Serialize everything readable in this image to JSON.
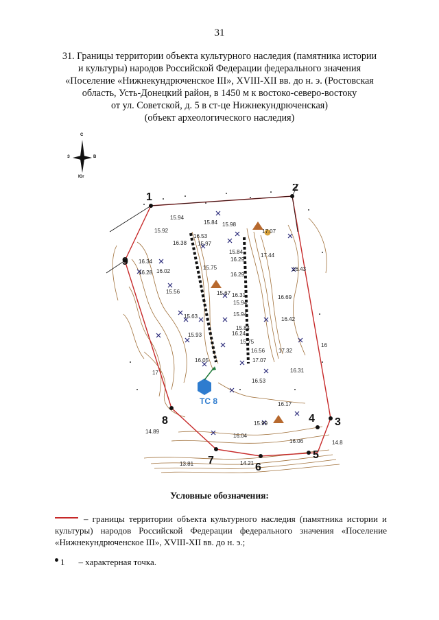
{
  "page_number": "31",
  "title_lines": [
    "31. Границы территории объекта культурного наследия (памятника истории",
    "и культуры) народов Российской Федерации федерального значения",
    "«Поселение «Нижнекундрюченское III», XVIII-XII вв. до н. э. (Ростовская",
    "область, Усть-Донецкий район, в 1450 м к востоко-северо-востоку",
    "от ул. Советской, д. 5 в ст-це Нижнекундрюченская)",
    "(объект археологического наследия)"
  ],
  "compass": {
    "north": "С",
    "south": "Юг",
    "west": "З",
    "east": "В"
  },
  "map": {
    "boundary_color": "#c62828",
    "points": [
      {
        "label": "1"
      },
      {
        "label": "2"
      },
      {
        "label": "3"
      },
      {
        "label": "4"
      },
      {
        "label": "5"
      },
      {
        "label": "6"
      },
      {
        "label": "7"
      },
      {
        "label": "8"
      },
      {
        "label": "9"
      }
    ],
    "elevations": [
      "15.94",
      "15.84",
      "15.92",
      "16.53",
      "15.97",
      "15.98",
      "15.84",
      "16.38",
      "16.34",
      "16.28",
      "16.02",
      "16.29",
      "15.75",
      "16.29",
      "16.43",
      "15.56",
      "15.67",
      "16.31",
      "15.94",
      "16.69",
      "15.63",
      "15.94",
      "16.42",
      "15.93",
      "15.84",
      "16.24",
      "15.75",
      "16.56",
      "17.07",
      "17.32",
      "16.05",
      "16.31",
      "16.53",
      "16.17",
      "15.99",
      "14.89",
      "16.04",
      "16.06",
      "13.81",
      "14.21",
      "17.07",
      "17.44",
      "14.8",
      "16",
      "17"
    ],
    "survey_station": "ТС 8"
  },
  "legend": {
    "title": "Условные обозначения:",
    "boundary_text": "– границы территории объекта культурного наследия (памятника истории и культуры) народов Российской Федерации федерального значения «Поселение «Нижнекундрюченское III», XVIII-XII вв. до н. э.;",
    "point_number": "1",
    "point_text": "– характерная точка."
  }
}
